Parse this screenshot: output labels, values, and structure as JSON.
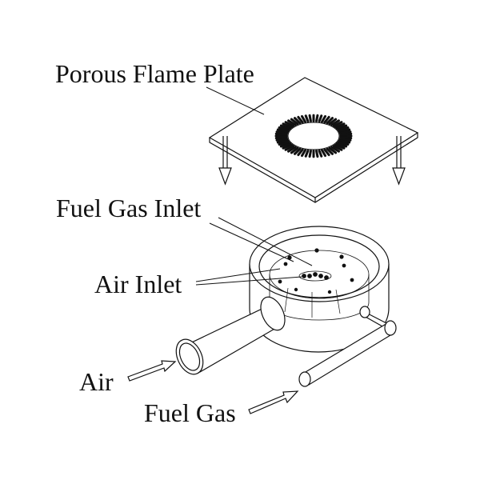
{
  "labels": {
    "porous_flame_plate": "Porous Flame Plate",
    "fuel_gas_inlet": "Fuel Gas Inlet",
    "air_inlet": "Air Inlet",
    "air": "Air",
    "fuel_gas": "Fuel Gas"
  },
  "colors": {
    "line": "#111111",
    "background": "#ffffff"
  },
  "icons": [
    "down-arrow-icon",
    "hollow-arrow-icon"
  ]
}
